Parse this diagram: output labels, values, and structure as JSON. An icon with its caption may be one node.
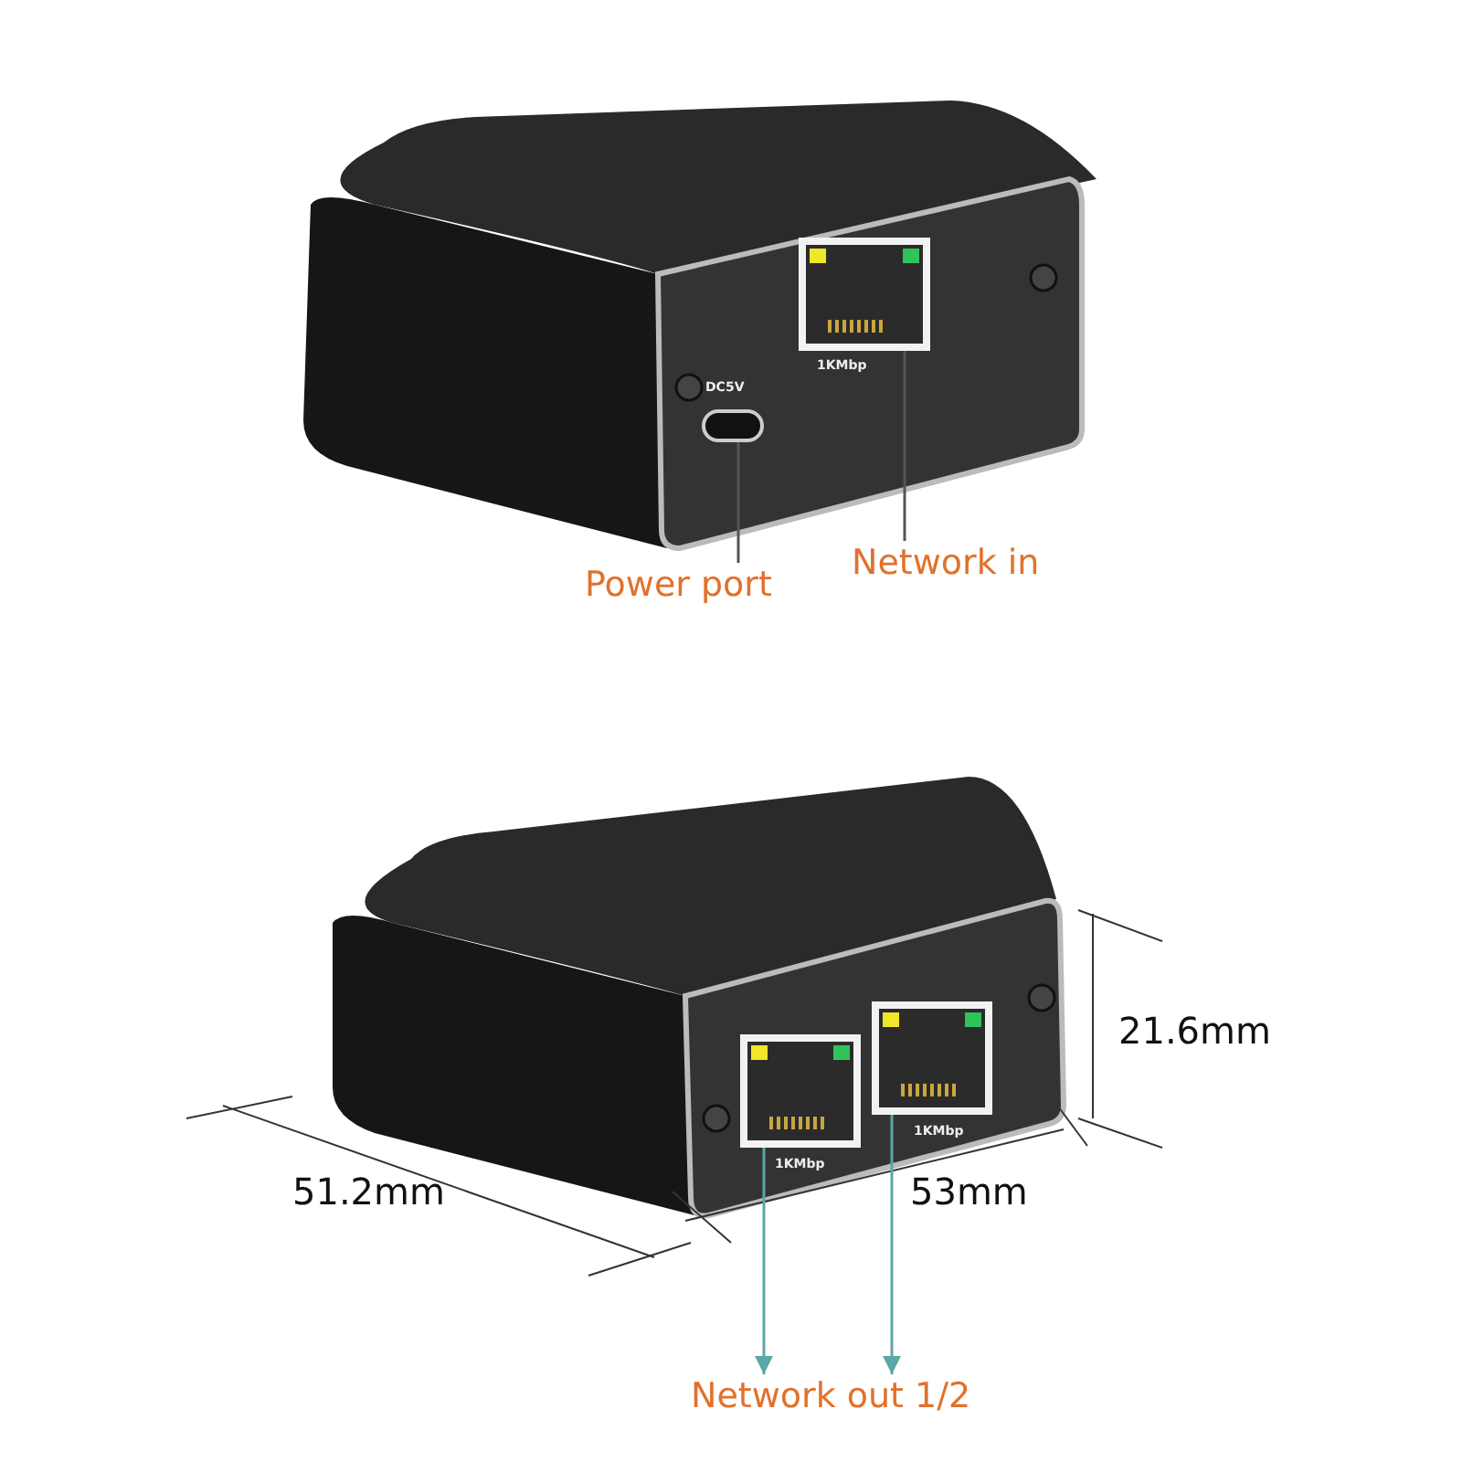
{
  "diagram": {
    "nodes": [
      {
        "text": [
          "Power port"
        ]
      },
      {
        "text": [
          "Network in"
        ]
      },
      {
        "text": [],
        "shape": "box",
        "beside": [
          "DC5V"
        ]
      },
      {
        "text": [],
        "shape": "box",
        "beside": [
          "1KMbp"
        ]
      },
      {
        "text": [
          "Network out 1/2"
        ]
      },
      {
        "text": [],
        "shape": "box",
        "beside": [
          "1KMbp"
        ]
      },
      {
        "text": [],
        "shape": "box",
        "beside": [
          "1KMbp"
        ]
      }
    ],
    "edges": [
      {
        "from": 0,
        "to": 2,
        "arrow": "none"
      },
      {
        "from": 1,
        "to": 3,
        "arrow": "none"
      },
      {
        "from": 5,
        "to": 4,
        "arrow": "to",
        "color": "#5aa7a5"
      },
      {
        "from": 6,
        "to": 4,
        "arrow": "to",
        "color": "#5aa7a5"
      }
    ],
    "labels": [
      "21.6mm",
      "51.2mm",
      "53mm"
    ]
  }
}
